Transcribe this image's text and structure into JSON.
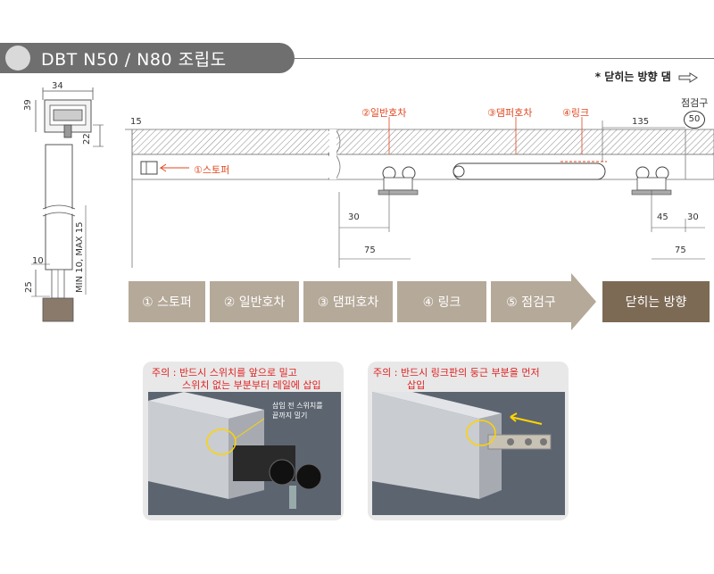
{
  "header": {
    "title": "DBT N50 / N80 조립도",
    "closing_direction_label": "* 닫히는 방향 댐"
  },
  "side_view": {
    "dim_width": "34",
    "dim_top": "39",
    "dim_22": "22",
    "dim_10": "10",
    "dim_25": "25",
    "range_label": "MIN 10, MAX 15"
  },
  "front_view": {
    "dim_15": "15",
    "callout_stopper": "①스토퍼",
    "callout_normal_roller": "②일반호차",
    "callout_damper_roller": "③댐퍼호차",
    "callout_link": "④링크",
    "inspection_label": "점검구",
    "inspection_value": "50",
    "dim_135": "135",
    "dim_30_left": "30",
    "dim_75_left": "75",
    "dim_45": "45",
    "dim_30_right": "30",
    "dim_75_right": "75"
  },
  "flow_steps": [
    "① 스토퍼",
    "② 일반호차",
    "③ 댐퍼호차",
    "④ 링크",
    "⑤ 점검구",
    "닫히는 방향"
  ],
  "notes": {
    "left_line1": "주의 : 반드시 스위치를 앞으로 밀고",
    "left_line2": "스위치 없는 부분부터 레일에 삽입",
    "left_photo_label1": "삽입 전 스위치를",
    "left_photo_label2": "끝까지 밀기",
    "right_line1": "주의 : 반드시 링크판의 둥근 부분을 먼저",
    "right_line2": "삽입"
  },
  "colors": {
    "step_active": "#b5a999",
    "step_final": "#7d6a55",
    "callout": "#e0471f"
  }
}
